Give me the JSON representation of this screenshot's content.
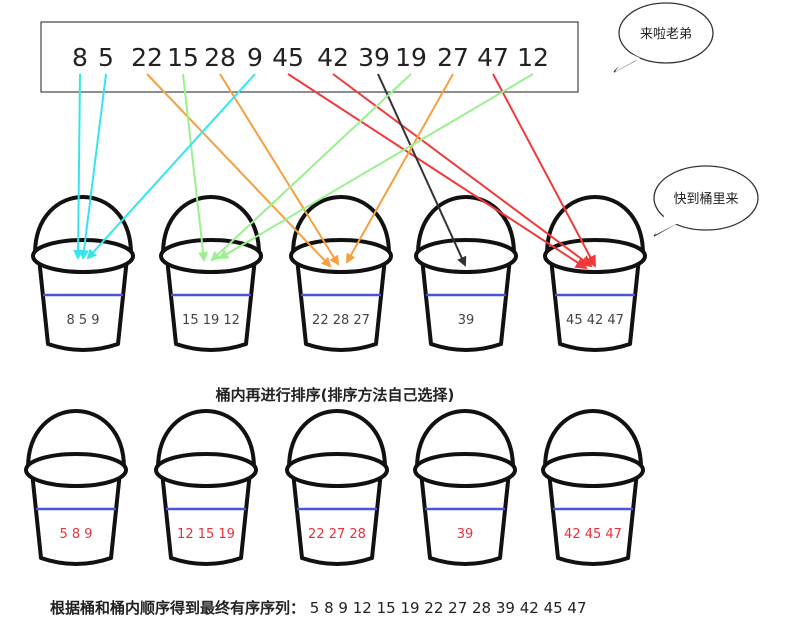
{
  "input": {
    "numbers": [
      "8",
      "5",
      "22",
      "15",
      "28",
      "9",
      "45",
      "42",
      "39",
      "19",
      "27",
      "47",
      "12"
    ]
  },
  "bubbles": {
    "top": "来啦老弟",
    "right": "快到桶里来"
  },
  "buckets_before": [
    "8 5 9",
    "15 19 12",
    "22 28 27",
    "39",
    "45 42 47"
  ],
  "step_caption": "桶内再进行排序(排序方法自己选择)",
  "buckets_after": [
    "5 8 9",
    "12 15 19",
    "22 27 28",
    "39",
    "42 45 47"
  ],
  "result": {
    "caption": "根据桶和桶内顺序得到最终有序序列：",
    "sequence": "5 8 9 12 15 19 22 27 28 39 42 45 47"
  },
  "colors": {
    "bucket_0": "#33e6ee",
    "bucket_1": "#9af08f",
    "bucket_2": "#f5a040",
    "bucket_3": "#333333",
    "bucket_4": "#f03a3a",
    "level_line": "#4a55d8",
    "sorted_text": "#e8323c"
  }
}
